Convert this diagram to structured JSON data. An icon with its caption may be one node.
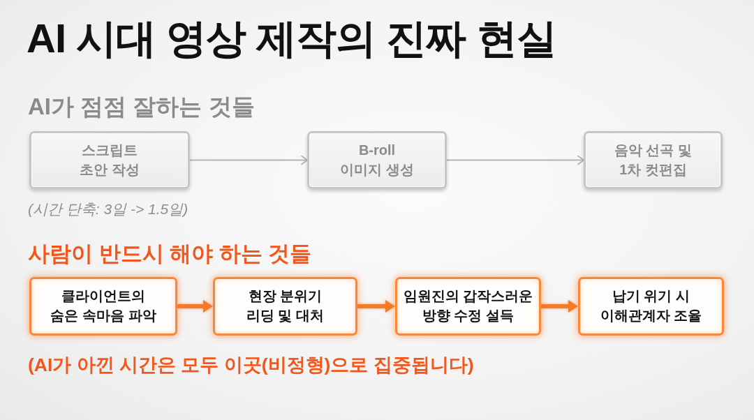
{
  "diagram": {
    "title": "AI 시대 영상 제작의 진짜 현실",
    "nodes": [
      {
        "text": [
          "스크립트 초안 작성"
        ]
      },
      {
        "text": [
          "B-roll 이미지 생성"
        ]
      },
      {
        "text": [
          "음악 선곡 및 1차 컷편집"
        ]
      },
      {
        "text": [
          "클라이언트의 숨은 속마음 파악"
        ]
      },
      {
        "text": [
          "현장 분위기 리딩 및 대처"
        ]
      },
      {
        "text": [
          "임원진의 갑작스러운 방향 수정 설득"
        ]
      },
      {
        "text": [
          "납기 위기 시 이해관계자 조율"
        ]
      }
    ],
    "edges": [
      {
        "from": 0,
        "to": 1,
        "arrow": "to",
        "color": "#b5b5b5"
      },
      {
        "from": 1,
        "to": 2,
        "arrow": "to",
        "color": "#b5b5b5"
      },
      {
        "from": 3,
        "to": 4,
        "arrow": "to"
      },
      {
        "from": 4,
        "to": 5,
        "arrow": "to"
      },
      {
        "from": 5,
        "to": 6,
        "arrow": "to"
      }
    ],
    "labels": [
      "AI가 점점 잘하는 것들",
      "(시간 단축: 3일 -> 1.5일)",
      "사람이 반드시 해야 하는 것들",
      "(AI가 아낀 시간은 모두 이곳(비정형)으로 집중됩니다)"
    ]
  }
}
